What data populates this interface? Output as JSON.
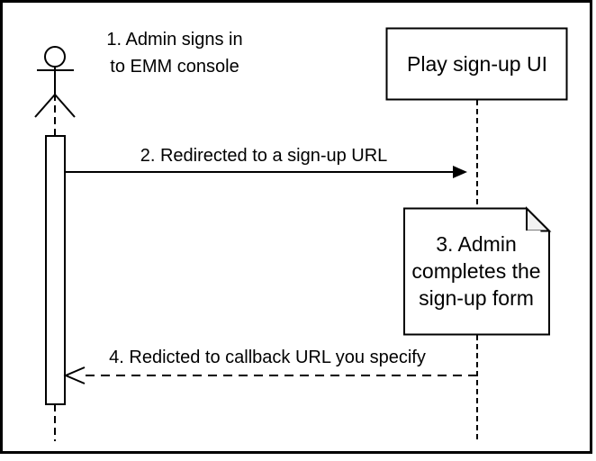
{
  "colors": {
    "stroke": "#000000",
    "background": "#ffffff",
    "note_fold": "#f2f2f2"
  },
  "actor": {
    "icon": "stick-figure"
  },
  "objects": {
    "play_box_label": "Play sign-up UI"
  },
  "messages": {
    "m1": {
      "line1": "1. Admin signs in",
      "line2": "to EMM console"
    },
    "m2": {
      "label": "2. Redirected to a sign-up URL"
    },
    "m4": {
      "label": "4. Redicted to callback URL you specify"
    }
  },
  "note": {
    "line1": "3. Admin",
    "line2": "completes the",
    "line3": "sign-up form"
  }
}
